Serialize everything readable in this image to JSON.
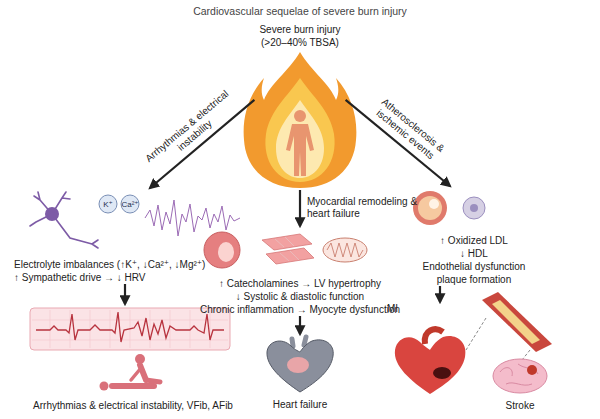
{
  "diagram": {
    "title": "Cardiovascular sequelae of severe burn injury",
    "nodes": [
      {
        "text": [
          "Severe burn injury",
          "(>20–40% TBSA)"
        ]
      },
      {
        "text": [
          "Electrolyte imbalances (↑K⁺, ↓Ca²⁺, ↓Mg²⁺)",
          "↑ Sympathetic drive → ↓ HRV"
        ]
      },
      {
        "text": [
          "Arrhythmias & electrical instability, VFib, AFib"
        ]
      },
      {
        "text": [
          "↑ Catecholamines → LV hypertrophy",
          "↓ Systolic & diastolic function",
          "Chronic inflammation → Myocyte dysfunction"
        ]
      },
      {
        "text": [
          "Heart failure"
        ]
      },
      {
        "text": [
          "↑ Oxidized LDL",
          "↓ HDL",
          "Endothelial dysfunction plaque formation"
        ]
      },
      {
        "text": [
          "MI"
        ]
      },
      {
        "text": [
          "Stroke"
        ]
      }
    ],
    "edges": [
      {
        "from": 0,
        "to": 1,
        "arrow": "to",
        "label": "Arrhythmias & electrical instability"
      },
      {
        "from": 0,
        "to": 3,
        "arrow": "to",
        "label": "Myocardial remodeling & heart failure"
      },
      {
        "from": 0,
        "to": 5,
        "arrow": "to",
        "label": "Atherosclerosis & ischemic events"
      },
      {
        "from": 1,
        "to": 2,
        "arrow": "to"
      },
      {
        "from": 3,
        "to": 4,
        "arrow": "to"
      },
      {
        "from": 5,
        "to": 6,
        "arrow": "to"
      }
    ],
    "labels": [
      "K⁺",
      "Ca²⁺"
    ]
  }
}
